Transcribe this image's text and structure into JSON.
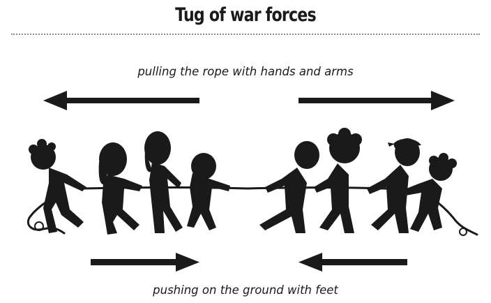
{
  "title": "Tug of war forces",
  "captions": {
    "top": "pulling the rope with hands and arms",
    "bottom": "pushing on the ground with feet"
  },
  "colors": {
    "ink": "#1a1a1a",
    "rule": "#8a8a8a",
    "background": "#ffffff"
  },
  "arrows": {
    "top": [
      "left",
      "right"
    ],
    "bottom": [
      "right",
      "left"
    ]
  }
}
